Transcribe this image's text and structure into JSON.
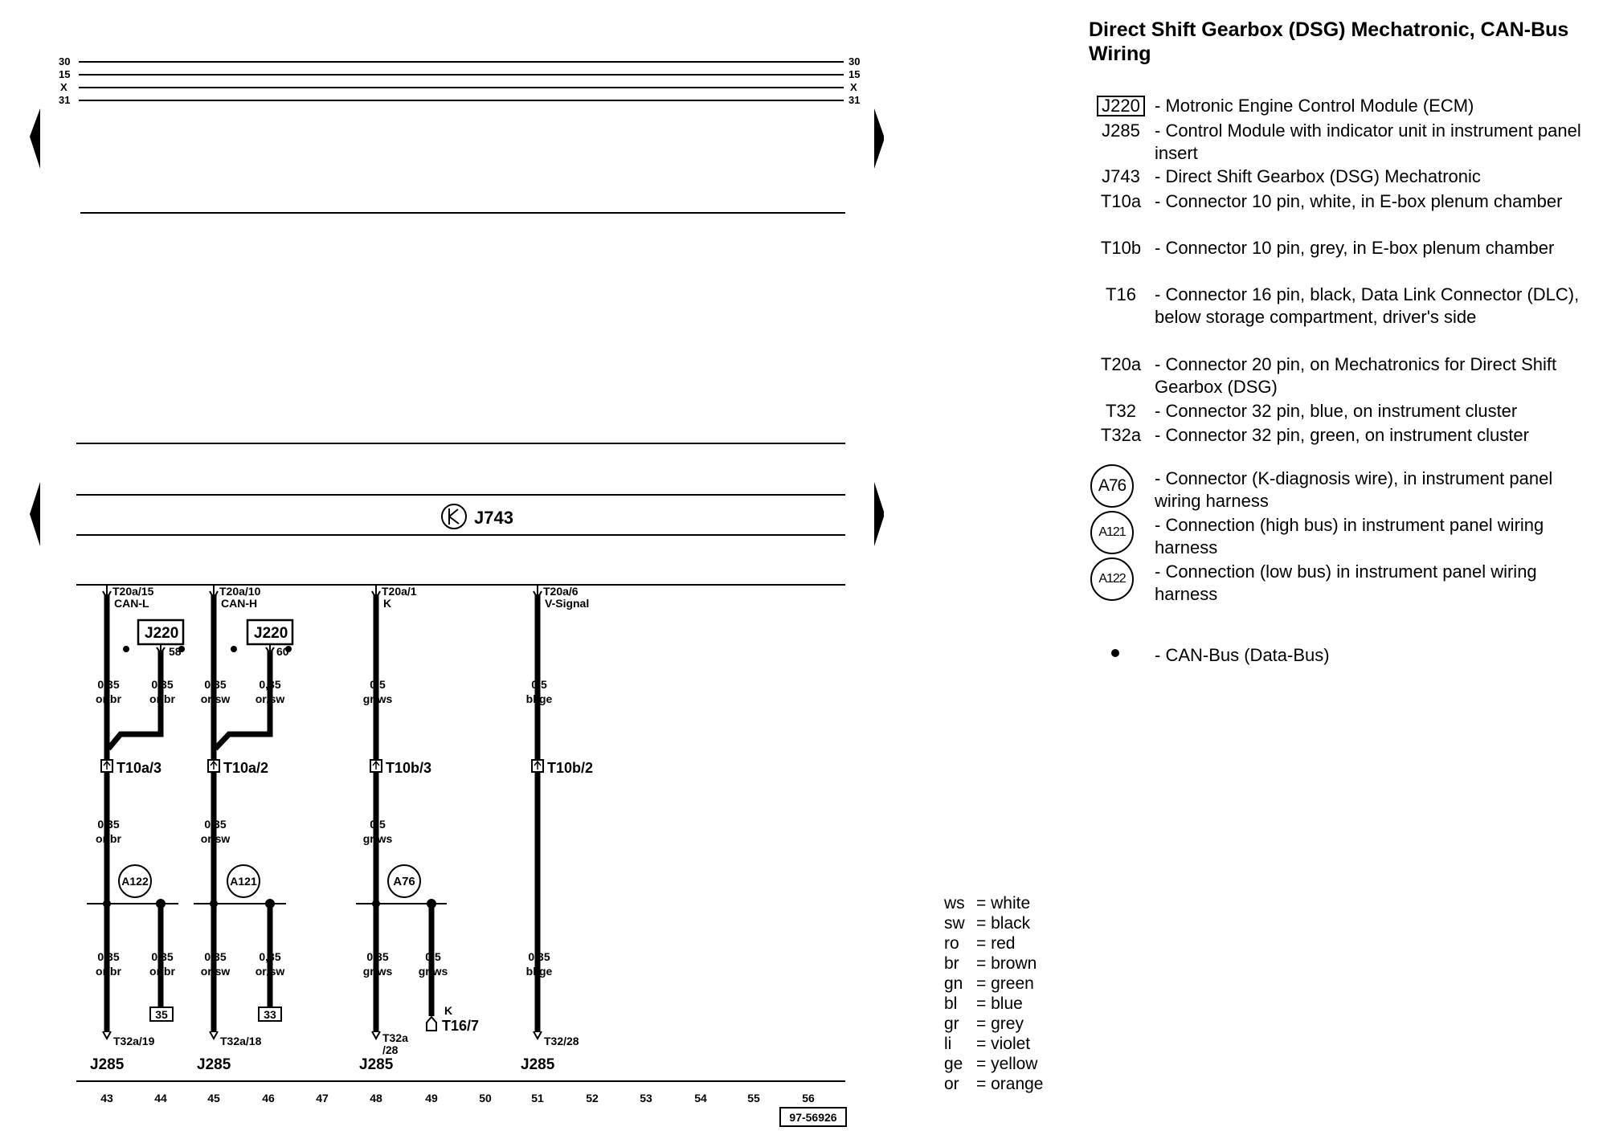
{
  "title": "Direct Shift Gearbox (DSG) Mechatronic, CAN-Bus Wiring",
  "rails": [
    "30",
    "15",
    "X",
    "31"
  ],
  "module": "J743",
  "module_sub": "743",
  "ref_number": "97-56926",
  "tracks": [
    "43",
    "44",
    "45",
    "46",
    "47",
    "48",
    "49",
    "50",
    "51",
    "52",
    "53",
    "54",
    "55",
    "56"
  ],
  "wires": {
    "w43": {
      "top_pin": "T20a/15",
      "signal": "CAN-L",
      "size1": "0,35",
      "color1": "or/br",
      "size2": "0,35",
      "color2": "or/br",
      "size3": "0,35",
      "color3": "or/br",
      "connector": "T10a/3",
      "connection": "A122",
      "bottom_pin": "T32a/19",
      "dest": "J285"
    },
    "w44": {
      "module": "J220",
      "pin": "58",
      "size1": "0,35",
      "color1": "or/br",
      "size3": "0,35",
      "color3": "or/br",
      "ref": "35"
    },
    "w45": {
      "top_pin": "T20a/10",
      "signal": "CAN-H",
      "size1": "0,35",
      "color1": "or/sw",
      "size2": "0,35",
      "color2": "or/sw",
      "size3": "0,35",
      "color3": "or/sw",
      "connector": "T10a/2",
      "connection": "A121",
      "bottom_pin": "T32a/18",
      "dest": "J285"
    },
    "w46": {
      "module": "J220",
      "pin": "60",
      "size1": "0,35",
      "color1": "or/sw",
      "size3": "0,35",
      "color3": "or/sw",
      "ref": "33"
    },
    "w48": {
      "top_pin": "T20a/1",
      "signal": "K",
      "size1": "0,5",
      "color1": "gr/ws",
      "size2": "0,5",
      "color2": "gr/ws",
      "size3": "0,35",
      "color3": "gr/ws",
      "connector": "T10b/3",
      "connection": "A76",
      "bottom_pin": "T32a",
      "bottom_pin2": "/28",
      "dest": "J285"
    },
    "w49": {
      "size3": "0,5",
      "color3": "gr/ws",
      "k_label": "K",
      "connector": "T16/7"
    },
    "w51": {
      "top_pin": "T20a/6",
      "signal": "V-Signal",
      "size1": "0,5",
      "color1": "bl/ge",
      "size3": "0,35",
      "color3": "bl/ge",
      "connector": "T10b/2",
      "bottom_pin": "T32/28",
      "dest": "J285"
    }
  },
  "legend": [
    {
      "code": "J220",
      "style": "box",
      "desc": "- Motronic Engine Control Module (ECM)"
    },
    {
      "code": "J285",
      "style": "plain",
      "desc": "- Control Module with indicator unit in instrument panel insert"
    },
    {
      "code": "J743",
      "style": "plain",
      "desc": "- Direct Shift Gearbox (DSG) Mechatronic"
    },
    {
      "code": "T10a",
      "style": "plain",
      "desc": "- Connector 10 pin, white, in E-box plenum chamber"
    },
    {
      "code": "T10b",
      "style": "plain",
      "desc": "- Connector 10 pin, grey, in E-box plenum chamber"
    },
    {
      "code": "T16",
      "style": "plain",
      "desc": "- Connector 16 pin, black, Data Link Connector (DLC), below storage compartment, driver's side"
    },
    {
      "code": "T20a",
      "style": "plain",
      "desc": "- Connector 20 pin, on Mechatronics for Direct Shift Gearbox (DSG)"
    },
    {
      "code": "T32",
      "style": "plain",
      "desc": "- Connector 32 pin, blue, on instrument cluster"
    },
    {
      "code": "T32a",
      "style": "plain",
      "desc": "- Connector 32 pin, green, on instrument cluster"
    }
  ],
  "legend_circles": [
    {
      "code": "A76",
      "desc": "- Connector (K-diagnosis wire), in instrument panel wiring harness"
    },
    {
      "code": "A121",
      "desc": "- Connection (high bus) in instrument panel wiring harness"
    },
    {
      "code": "A122",
      "desc": "- Connection (low bus) in instrument panel wiring harness"
    }
  ],
  "legend_bus": {
    "desc": "- CAN-Bus (Data-Bus)"
  },
  "color_key": [
    {
      "abbr": "ws",
      "eq": "= white"
    },
    {
      "abbr": "sw",
      "eq": "= black"
    },
    {
      "abbr": "ro",
      "eq": "= red"
    },
    {
      "abbr": "br",
      "eq": "= brown"
    },
    {
      "abbr": "gn",
      "eq": "= green"
    },
    {
      "abbr": "bl",
      "eq": "= blue"
    },
    {
      "abbr": "gr",
      "eq": "= grey"
    },
    {
      "abbr": "li",
      "eq": "= violet"
    },
    {
      "abbr": "ge",
      "eq": "= yellow"
    },
    {
      "abbr": "or",
      "eq": "= orange"
    }
  ]
}
